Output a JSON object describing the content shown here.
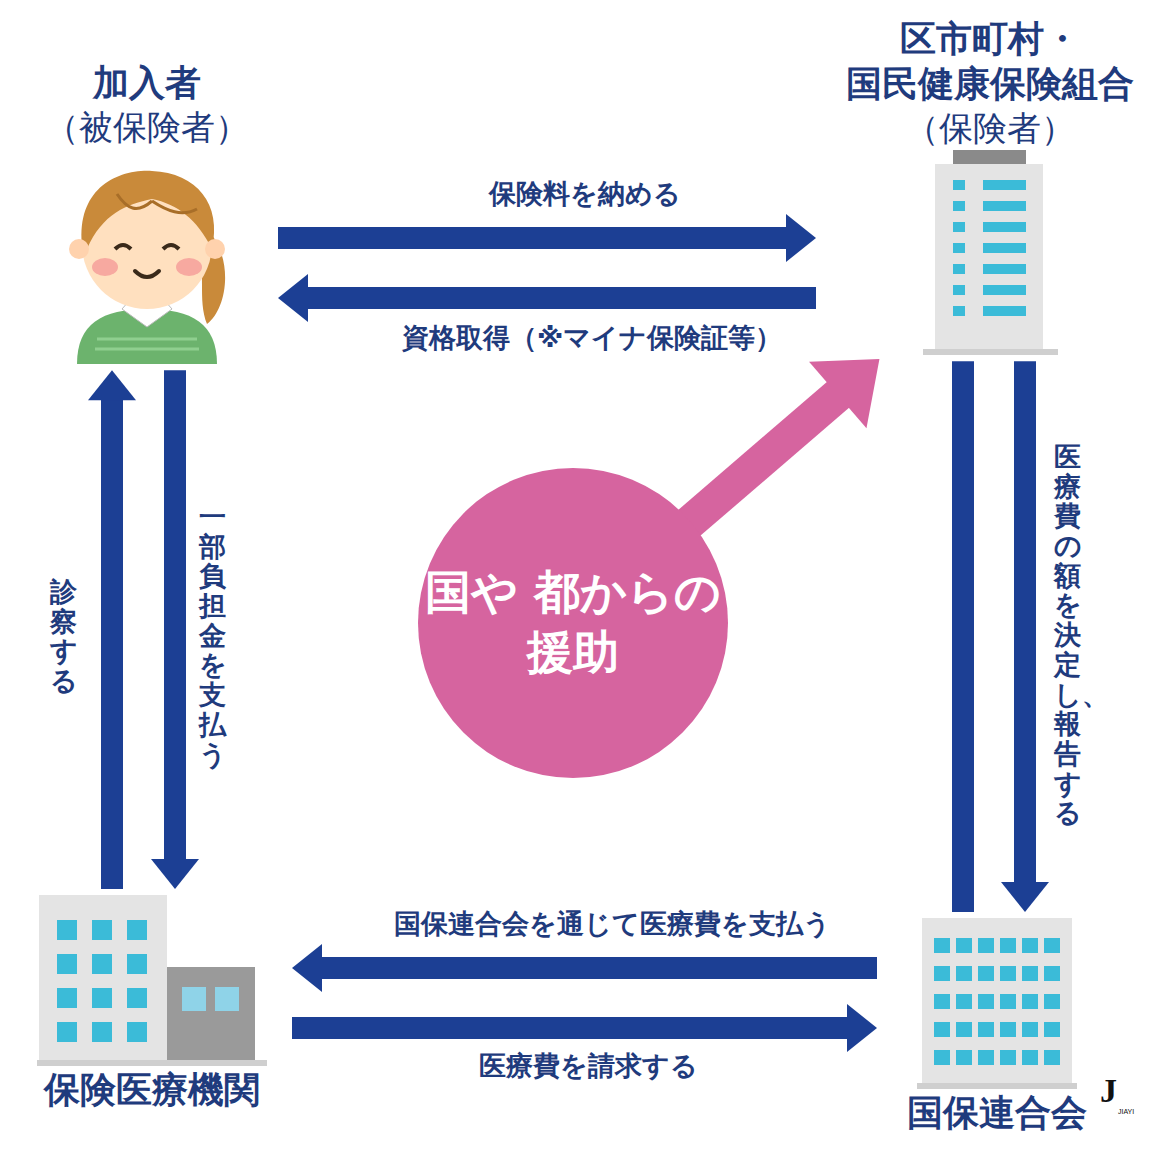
{
  "diagram": {
    "nodes": [
      {
        "text": [
          "加入者",
          "（被保険者）"
        ]
      },
      {
        "text": [
          "区市町村・ 国民健康保険組合",
          "（保険者）"
        ]
      },
      {
        "text": [
          "国や 都からの 援助"
        ]
      },
      {
        "text": [
          "保険医療機関"
        ]
      },
      {
        "text": [
          "国保連合会"
        ]
      }
    ],
    "edges": [
      {
        "from": 0,
        "to": 1,
        "label": "保険料を納める",
        "arrow": "to"
      },
      {
        "from": 1,
        "to": 0,
        "label": "資格取得（※マイナ保険証等）",
        "arrow": "to"
      },
      {
        "from": 0,
        "to": 3,
        "label": "一部負担金を支払う",
        "arrow": "to"
      },
      {
        "from": 3,
        "to": 0,
        "label": "診察する",
        "arrow": "to"
      },
      {
        "from": 1,
        "to": 4,
        "arrow": "none"
      },
      {
        "from": 1,
        "to": 4,
        "label": "医療費の額を決定し、報告する",
        "arrow": "to"
      },
      {
        "from": 4,
        "to": 3,
        "label": "国保連合会を通じて医療費を支払う",
        "arrow": "to"
      },
      {
        "from": 3,
        "to": 4,
        "label": "医療費を請求する",
        "arrow": "to"
      },
      {
        "from": 2,
        "to": 1,
        "arrow": "to"
      }
    ],
    "labels": [
      "J",
      "JIAYI"
    ]
  }
}
